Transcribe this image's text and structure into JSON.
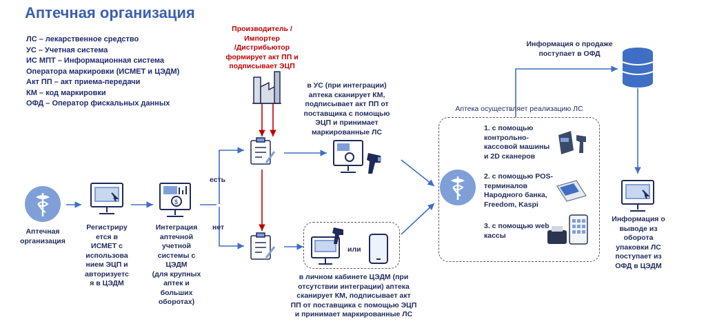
{
  "title": "Аптечная организация",
  "legend": [
    "ЛС – лекарственное средство",
    "УС – Учетная система",
    "ИС МПТ – Информационная система",
    "Оператора маркировки (ИСМЕТ и ЦЭДМ)",
    "Акт ПП – акт приема-передачи",
    "КМ – код маркировки",
    "ОФД – Оператор фискальных данных"
  ],
  "nodes": {
    "pharmacy": [
      "Аптечная",
      "организация"
    ],
    "register": [
      "Регистриру",
      "ется в",
      "ИСМЕТ с",
      "использова",
      "нием ЭЦП и",
      "авторизуетс",
      "я в ЦЭДМ"
    ],
    "integration": [
      "Интеграция",
      "аптечной",
      "учетной",
      "системы с",
      "ЦЭДМ",
      "(для крупных",
      "аптек и",
      "больших",
      "оборотах)"
    ],
    "manufacturer": [
      "Производитель /",
      "Импортер",
      "/Дистрибьютор",
      "формирует акт ПП и",
      "подписывает ЭЦП"
    ],
    "branch_yes": "есть",
    "branch_no": "нет",
    "us_desc": [
      "в УС (при интеграции)",
      "аптека сканирует КМ,",
      "подписывает акт ПП от",
      "поставщика с помощью",
      "ЭЦП  и  принимает",
      "маркированные ЛС"
    ],
    "or_label": "или",
    "cabinet_desc": [
      "в личном кабинете ЦЭДМ (при",
      "отсутствии интеграции) аптека",
      "сканирует КМ, подписывает акт",
      "ПП от поставщика с помощью ЭЦП",
      "и  принимает маркированные ЛС"
    ],
    "sales_title": "Аптека осуществляет реализацию ЛС",
    "sales_1": [
      "1. с помощью",
      "контрольно-",
      "кассовой машины",
      "и 2D сканеров"
    ],
    "sales_2": [
      "2. с помощью POS-",
      "терминалов",
      "Народного банка,",
      "Freedom, Kaspi"
    ],
    "sales_3": [
      "3. с помощью web",
      "кассы"
    ],
    "ofd_sale": [
      "Информация о продаже",
      "поступает в ОФД"
    ],
    "ofd_withdraw": [
      "Информация о",
      "выводе из",
      "оборота",
      "упаковки ЛС",
      "поступает из",
      "ОФД в ЦЭДМ"
    ]
  },
  "colors": {
    "title": "#3a5fb0",
    "arrow": "#3f6fc4",
    "red": "#c00000",
    "icon_dark": "#1f2a5a",
    "icon_light": "#7f9fd8"
  }
}
